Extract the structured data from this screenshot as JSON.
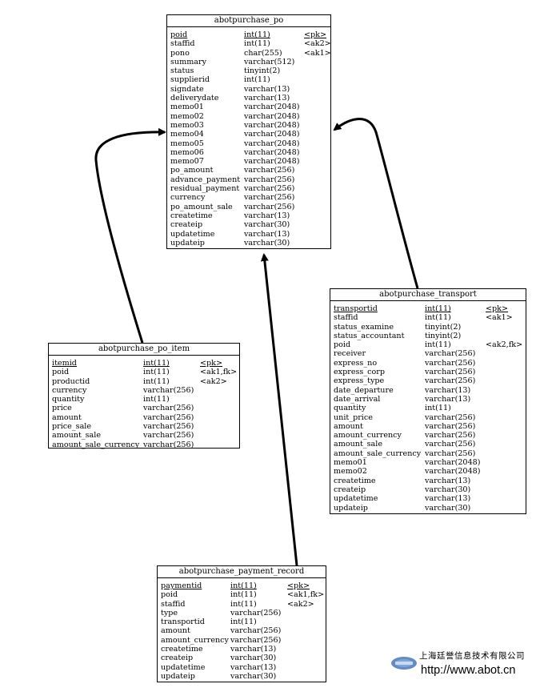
{
  "entities": [
    {
      "id": "abotpurchase_po",
      "title": "abotpurchase_po",
      "fields": [
        {
          "name": "poid",
          "type": "int(11)",
          "key": "<pk>",
          "pk": true
        },
        {
          "name": "staffid",
          "type": "int(11)",
          "key": "<ak2>"
        },
        {
          "name": "pono",
          "type": "char(255)",
          "key": "<ak1>"
        },
        {
          "name": "summary",
          "type": "varchar(512)",
          "key": ""
        },
        {
          "name": "status",
          "type": "tinyint(2)",
          "key": ""
        },
        {
          "name": "supplierid",
          "type": "int(11)",
          "key": ""
        },
        {
          "name": "signdate",
          "type": "varchar(13)",
          "key": ""
        },
        {
          "name": "deliverydate",
          "type": "varchar(13)",
          "key": ""
        },
        {
          "name": "memo01",
          "type": "varchar(2048)",
          "key": ""
        },
        {
          "name": "memo02",
          "type": "varchar(2048)",
          "key": ""
        },
        {
          "name": "memo03",
          "type": "varchar(2048)",
          "key": ""
        },
        {
          "name": "memo04",
          "type": "varchar(2048)",
          "key": ""
        },
        {
          "name": "memo05",
          "type": "varchar(2048)",
          "key": ""
        },
        {
          "name": "memo06",
          "type": "varchar(2048)",
          "key": ""
        },
        {
          "name": "memo07",
          "type": "varchar(2048)",
          "key": ""
        },
        {
          "name": "po_amount",
          "type": "varchar(256)",
          "key": ""
        },
        {
          "name": "advance_payment",
          "type": "varchar(256)",
          "key": ""
        },
        {
          "name": "residual_payment",
          "type": "varchar(256)",
          "key": ""
        },
        {
          "name": "currency",
          "type": "varchar(256)",
          "key": ""
        },
        {
          "name": "po_amount_sale",
          "type": "varchar(256)",
          "key": ""
        },
        {
          "name": "createtime",
          "type": "varchar(13)",
          "key": ""
        },
        {
          "name": "createip",
          "type": "varchar(30)",
          "key": ""
        },
        {
          "name": "updatetime",
          "type": "varchar(13)",
          "key": ""
        },
        {
          "name": "updateip",
          "type": "varchar(30)",
          "key": ""
        }
      ]
    },
    {
      "id": "abotpurchase_transport",
      "title": "abotpurchase_transport",
      "fields": [
        {
          "name": "transportid",
          "type": "int(11)",
          "key": "<pk>",
          "pk": true
        },
        {
          "name": "staffid",
          "type": "int(11)",
          "key": "<ak1>"
        },
        {
          "name": "status_examine",
          "type": "tinyint(2)",
          "key": ""
        },
        {
          "name": "status_accountant",
          "type": "tinyint(2)",
          "key": ""
        },
        {
          "name": "poid",
          "type": "int(11)",
          "key": "<ak2,fk>"
        },
        {
          "name": "receiver",
          "type": "varchar(256)",
          "key": ""
        },
        {
          "name": "express_no",
          "type": "varchar(256)",
          "key": ""
        },
        {
          "name": "express_corp",
          "type": "varchar(256)",
          "key": ""
        },
        {
          "name": "express_type",
          "type": "varchar(256)",
          "key": ""
        },
        {
          "name": "date_departure",
          "type": "varchar(13)",
          "key": ""
        },
        {
          "name": "date_arrival",
          "type": "varchar(13)",
          "key": ""
        },
        {
          "name": "quantity",
          "type": "int(11)",
          "key": ""
        },
        {
          "name": "unit_price",
          "type": "varchar(256)",
          "key": ""
        },
        {
          "name": "amount",
          "type": "varchar(256)",
          "key": ""
        },
        {
          "name": "amount_currency",
          "type": "varchar(256)",
          "key": ""
        },
        {
          "name": "amount_sale",
          "type": "varchar(256)",
          "key": ""
        },
        {
          "name": "amount_sale_currency",
          "type": "varchar(256)",
          "key": ""
        },
        {
          "name": "memo01",
          "type": "varchar(2048)",
          "key": ""
        },
        {
          "name": "memo02",
          "type": "varchar(2048)",
          "key": ""
        },
        {
          "name": "createtime",
          "type": "varchar(13)",
          "key": ""
        },
        {
          "name": "createip",
          "type": "varchar(30)",
          "key": ""
        },
        {
          "name": "updatetime",
          "type": "varchar(13)",
          "key": ""
        },
        {
          "name": "updateip",
          "type": "varchar(30)",
          "key": ""
        }
      ]
    },
    {
      "id": "abotpurchase_po_item",
      "title": "abotpurchase_po_item",
      "fields": [
        {
          "name": "itemid",
          "type": "int(11)",
          "key": "<pk>",
          "pk": true
        },
        {
          "name": "poid",
          "type": "int(11)",
          "key": "<ak1,fk>"
        },
        {
          "name": "productid",
          "type": "int(11)",
          "key": "<ak2>"
        },
        {
          "name": "currency",
          "type": "varchar(256)",
          "key": ""
        },
        {
          "name": "quantity",
          "type": "int(11)",
          "key": ""
        },
        {
          "name": "price",
          "type": "varchar(256)",
          "key": ""
        },
        {
          "name": "amount",
          "type": "varchar(256)",
          "key": ""
        },
        {
          "name": "price_sale",
          "type": "varchar(256)",
          "key": ""
        },
        {
          "name": "amount_sale",
          "type": "varchar(256)",
          "key": ""
        },
        {
          "name": "amount_sale_currency",
          "type": "varchar(256)",
          "key": ""
        }
      ]
    },
    {
      "id": "abotpurchase_payment_record",
      "title": "abotpurchase_payment_record",
      "fields": [
        {
          "name": "paymentid",
          "type": "int(11)",
          "key": "<pk>",
          "pk": true
        },
        {
          "name": "poid",
          "type": "int(11)",
          "key": "<ak1,fk>"
        },
        {
          "name": "staffid",
          "type": "int(11)",
          "key": "<ak2>"
        },
        {
          "name": "type",
          "type": "varchar(256)",
          "key": ""
        },
        {
          "name": "transportid",
          "type": "int(11)",
          "key": ""
        },
        {
          "name": "amount",
          "type": "varchar(256)",
          "key": ""
        },
        {
          "name": "amount_currency",
          "type": "varchar(256)",
          "key": ""
        },
        {
          "name": "createtime",
          "type": "varchar(13)",
          "key": ""
        },
        {
          "name": "createip",
          "type": "varchar(30)",
          "key": ""
        },
        {
          "name": "updatetime",
          "type": "varchar(13)",
          "key": ""
        },
        {
          "name": "updateip",
          "type": "varchar(30)",
          "key": ""
        }
      ]
    }
  ],
  "relationships": [
    {
      "from": "abotpurchase_po_item",
      "to": "abotpurchase_po"
    },
    {
      "from": "abotpurchase_transport",
      "to": "abotpurchase_po"
    },
    {
      "from": "abotpurchase_payment_record",
      "to": "abotpurchase_po"
    }
  ],
  "footer": {
    "company": "上海廷誉信息技术有限公司",
    "url": "http://www.abot.cn",
    "logo_icon": "abot-logo-icon",
    "logo_color": "#4a78b5"
  }
}
